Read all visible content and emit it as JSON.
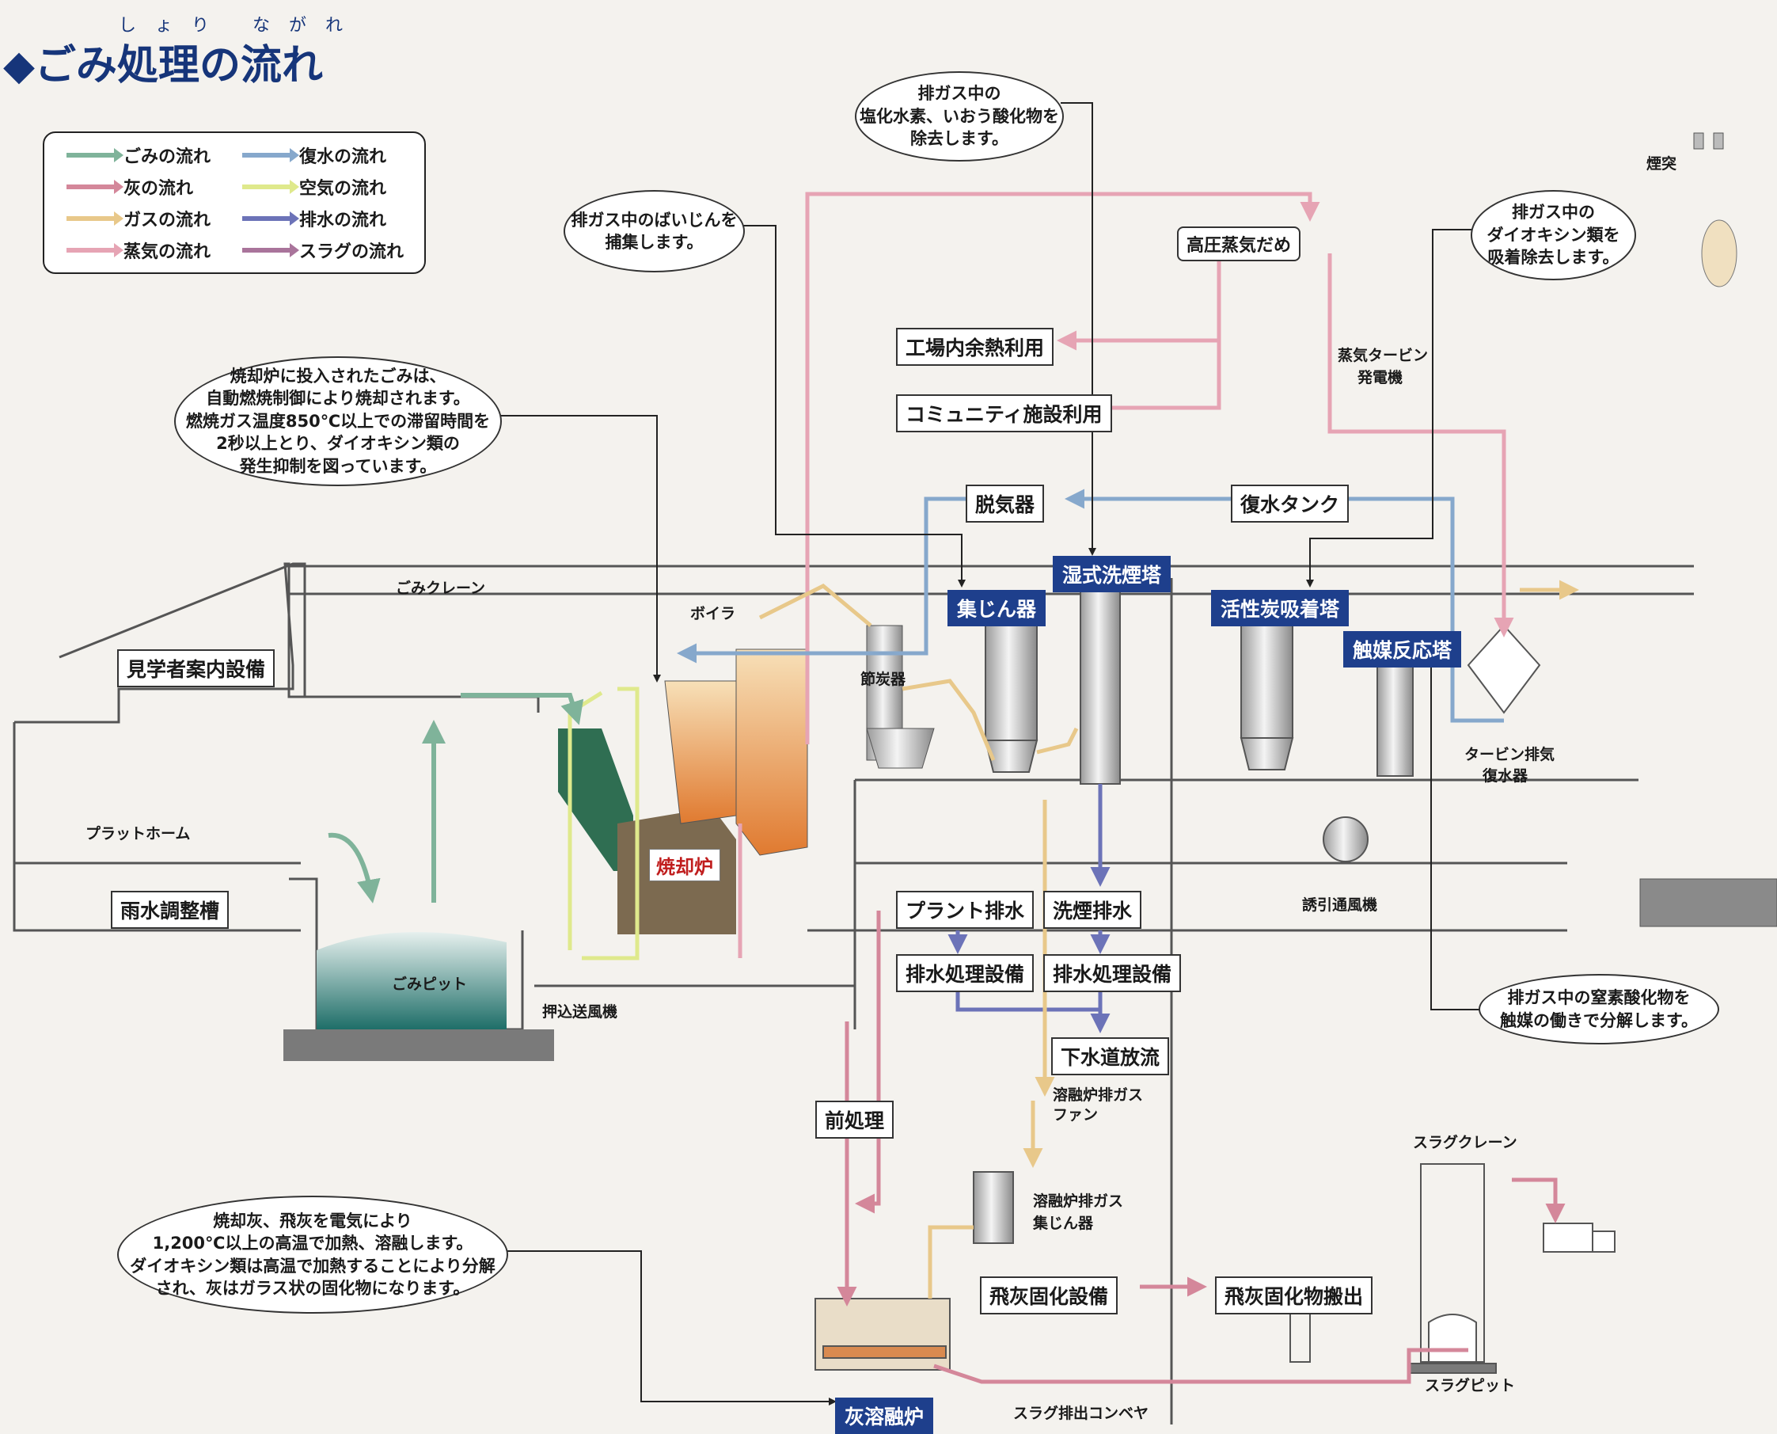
{
  "title": "◆ごみ処理の流れ",
  "title_ruby": "しょり ながれ",
  "legend": {
    "items": [
      {
        "label": "ごみの流れ",
        "color": "#7fb39a"
      },
      {
        "label": "灰の流れ",
        "color": "#d4879a"
      },
      {
        "label": "ガスの流れ",
        "color": "#e8c88a"
      },
      {
        "label": "蒸気の流れ",
        "color": "#e6a4b4"
      },
      {
        "label": "復水の流れ",
        "color": "#86a8cc"
      },
      {
        "label": "空気の流れ",
        "color": "#dfe98c"
      },
      {
        "label": "排水の流れ",
        "color": "#6c73b8"
      },
      {
        "label": "スラグの流れ",
        "color": "#a9749b"
      }
    ]
  },
  "bubbles": {
    "incinerator": [
      "焼却炉に投入されたごみは、",
      "自動燃焼制御により焼却されます。",
      "燃焼ガス温度850℃以上での滞留時間を",
      "2秒以上とり、ダイオキシン類の",
      "発生抑制を図っています。"
    ],
    "dust": [
      "排ガス中のばいじんを",
      "捕集します。"
    ],
    "hcl": [
      "排ガス中の",
      "塩化水素、いおう酸化物を",
      "除去します。"
    ],
    "dioxin": [
      "排ガス中の",
      "ダイオキシン類を",
      "吸着除去します。"
    ],
    "nox": [
      "排ガス中の窒素酸化物を",
      "触媒の働きで分解します。"
    ],
    "melting": [
      "焼却灰、飛灰を電気により",
      "1,200℃以上の高温で加熱、溶融します。",
      "ダイオキシン類は高温で加熱することにより分解",
      "され、灰はガラス状の固化物になります。"
    ]
  },
  "boxes": {
    "steam_header": "高圧蒸気だめ",
    "plant_heat": "工場内余熱利用",
    "community": "コミュニティ施設利用",
    "deaerator": "脱気器",
    "condensate_tank": "復水タンク",
    "plant_drain": "プラント排水",
    "wash_drain": "洗煙排水",
    "drain_treat1": "排水処理設備",
    "drain_treat2": "排水処理設備",
    "sewer": "下水道放流",
    "pretreat": "前処理",
    "flyash_solid": "飛灰固化設備",
    "flyash_out": "飛灰固化物搬出",
    "visitor": "見学者案内設備",
    "rain_tank": "雨水調整槽"
  },
  "blue_labels": {
    "wet_scrubber": "湿式洗煙塔",
    "dust_collector": "集じん器",
    "carbon_tower": "活性炭吸着塔",
    "catalyst": "触媒反応塔",
    "ash_melter": "灰溶融炉"
  },
  "labels": {
    "chimney": "煙突",
    "turbine": "蒸気タービン",
    "generator": "発電機",
    "turbine_cond1": "タービン排気",
    "turbine_cond2": "復水器",
    "crane": "ごみクレーン",
    "boiler": "ボイラ",
    "economizer": "節炭器",
    "incinerator": "焼却炉",
    "platform": "プラットホーム",
    "pit": "ごみピット",
    "push_fan": "押込送風機",
    "induced_fan": "誘引通風機",
    "melt_fan1": "溶融炉排ガス",
    "melt_fan2": "ファン",
    "melt_dust1": "溶融炉排ガス",
    "melt_dust2": "集じん器",
    "slag_crane": "スラグクレーン",
    "slag_pit": "スラグピット",
    "slag_conveyor": "スラグ排出コンベヤ"
  }
}
